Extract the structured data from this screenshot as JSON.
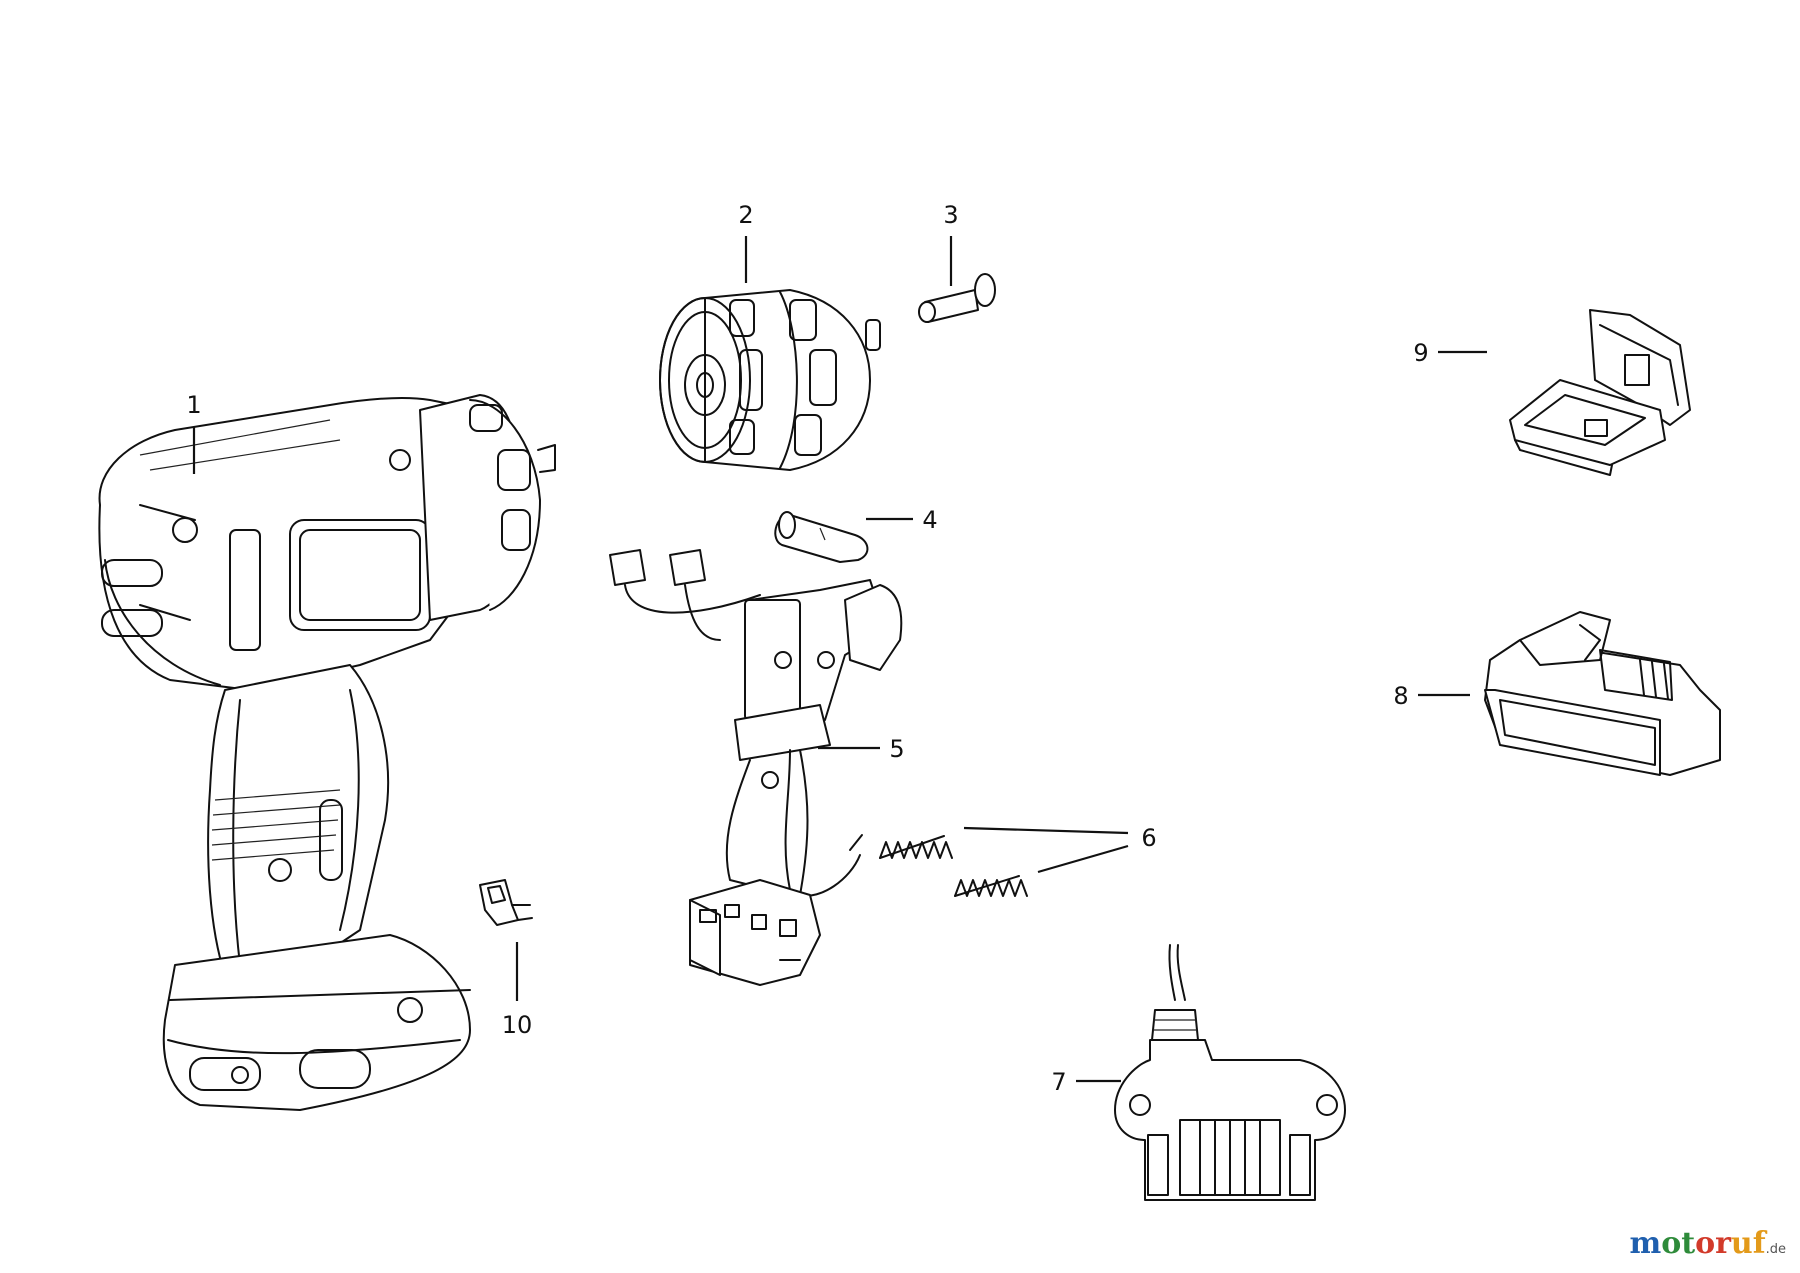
{
  "diagram": {
    "parts": [
      {
        "number": "1",
        "icon": "drill-body-icon"
      },
      {
        "number": "2",
        "icon": "chuck-icon"
      },
      {
        "number": "3",
        "icon": "screw-icon"
      },
      {
        "number": "4",
        "icon": "capacitor-icon"
      },
      {
        "number": "5",
        "icon": "switch-assembly-icon"
      },
      {
        "number": "6",
        "icon": "spring-icon"
      },
      {
        "number": "7",
        "icon": "charger-icon"
      },
      {
        "number": "8",
        "icon": "battery-pack-icon"
      },
      {
        "number": "9",
        "icon": "case-icon"
      },
      {
        "number": "10",
        "icon": "clip-icon"
      }
    ]
  },
  "watermark": {
    "parts": [
      "m",
      "ot",
      "or",
      "uf"
    ],
    "tld": ".de",
    "colors": [
      "#1f5fae",
      "#2e8b3a",
      "#d23a2a",
      "#e39a1a"
    ]
  }
}
